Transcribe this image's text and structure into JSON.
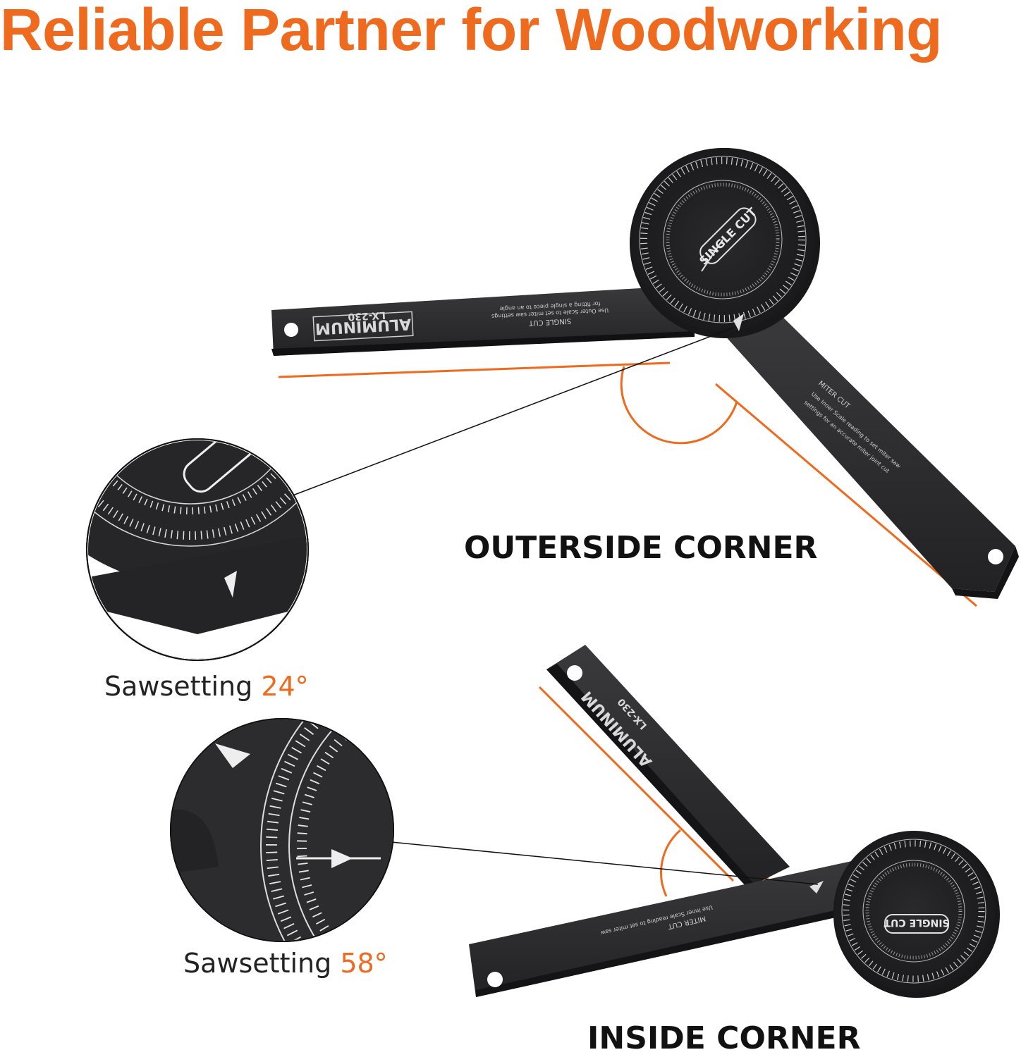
{
  "header": {
    "title": "Reliable Partner for Woodworking"
  },
  "labels": {
    "outside_corner": "OUTERSIDE CORNER",
    "inside_corner": "INSIDE CORNER"
  },
  "captions": {
    "top": {
      "prefix": "Sawsetting ",
      "value": "24°"
    },
    "bottom": {
      "prefix": "Sawsetting ",
      "value": "58°"
    }
  },
  "tool_markings": {
    "brand": "ALUMINUM",
    "model": "LX-230",
    "single_cut": "SINGLE CUT",
    "single_cut_note_1": "Use Outer Scale to set miter saw settings",
    "single_cut_note_2": "for fitting a single piece to an angle",
    "miter_cut": "MITER CUT",
    "miter_cut_note_1": "Use Inner Scale reading to set miter saw",
    "miter_cut_note_2": "settings for an accurate miter joint cut"
  },
  "colors": {
    "accent": "#ee6a1f",
    "tool": "#2b2b2d",
    "text": "#111111"
  }
}
